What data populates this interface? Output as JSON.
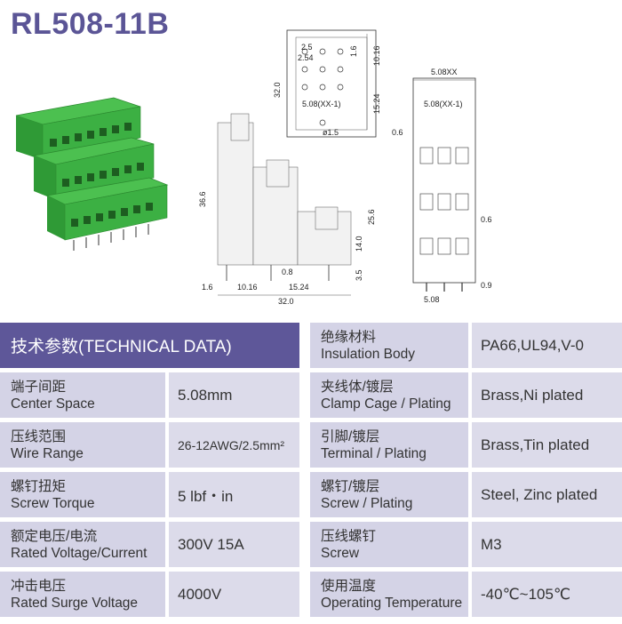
{
  "title": "RL508-11B",
  "dimensions": {
    "top_view": {
      "d2_5": "2.5",
      "d2_54": "2.54",
      "d32": "32.0",
      "d1_6": "1.6",
      "d10_16": "10.16",
      "d15_24": "15.24",
      "pitch": "5.08(XX-1)",
      "hole": "ø1.5"
    },
    "side_view": {
      "h36_6": "36.6",
      "h25_6": "25.6",
      "h14": "14.0",
      "h3_5": "3.5",
      "w1_6": "1.6",
      "w10_16": "10.16",
      "w15_24": "15.24",
      "w0_8": "0.8",
      "w32": "32.0"
    },
    "front_view": {
      "overall": "5.08XX",
      "pitch": "5.08(XX-1)",
      "d0_6a": "0.6",
      "d0_6b": "0.6",
      "d0_9": "0.9",
      "d5_08": "5.08"
    }
  },
  "table": {
    "left": {
      "header": "技术参数(TECHNICAL DATA)",
      "rows": [
        {
          "cn": "端子间距",
          "en": "Center Space",
          "value": "5.08mm"
        },
        {
          "cn": "压线范围",
          "en": "Wire Range",
          "value": "26-12AWG/2.5mm²"
        },
        {
          "cn": "螺钉扭矩",
          "en": "Screw Torque",
          "value": "5 lbf・in"
        },
        {
          "cn": "额定电压/电流",
          "en": "Rated Voltage/Current",
          "value": "300V 15A"
        },
        {
          "cn": "冲击电压",
          "en": "Rated Surge Voltage",
          "value": "4000V"
        }
      ]
    },
    "right": {
      "rows": [
        {
          "cn": "绝缘材料",
          "en": "Insulation Body",
          "value": "PA66,UL94,V-0"
        },
        {
          "cn": "夹线体/镀层",
          "en": "Clamp Cage / Plating",
          "value": "Brass,Ni plated"
        },
        {
          "cn": "引脚/镀层",
          "en": "Terminal / Plating",
          "value": "Brass,Tin plated"
        },
        {
          "cn": "螺钉/镀层",
          "en": "Screw / Plating",
          "value": "Steel, Zinc plated"
        },
        {
          "cn": "压线螺钉",
          "en": "Screw",
          "value": "M3"
        },
        {
          "cn": "使用温度",
          "en": "Operating Temperature",
          "value": "-40℃~105℃"
        }
      ]
    }
  },
  "colors": {
    "brand": "#5b5596",
    "header_bg": "#5e5799",
    "value_bg": "#dcdbea",
    "green": "#3cb043"
  }
}
